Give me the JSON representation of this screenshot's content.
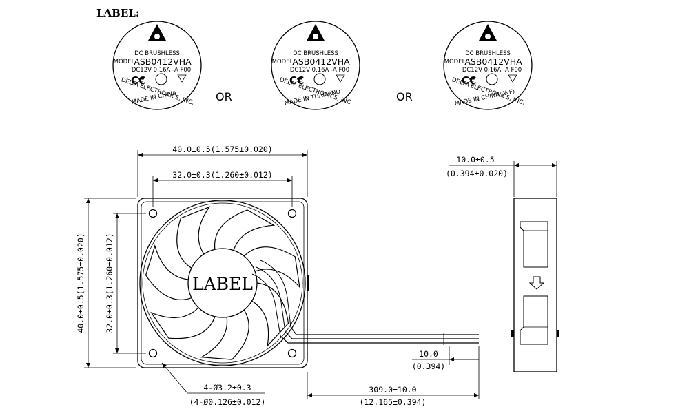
{
  "header": {
    "label_title": "LABEL:"
  },
  "labels": [
    {
      "line1": "DC BRUSHLESS",
      "model_prefix": "MODEL",
      "model": "ASB0412VHA",
      "spec": "DC12V   0.16A   -A F00",
      "maker": "DELTA ELECTRONICS, INC.",
      "origin": "MADE IN CHINA"
    },
    {
      "line1": "DC BRUSHLESS",
      "model_prefix": "MODEL",
      "model": "ASB0412VHA",
      "spec": "DC12V   0.16A   -A F00",
      "maker": "DELTA ELECTRONICS, INC.",
      "origin": "MADE IN THAILAND"
    },
    {
      "line1": "DC BRUSHLESS",
      "model_prefix": "MODEL",
      "model": "ASB0412VHA",
      "spec": "DC12V   0.16A   -A F00",
      "maker": "DELTA ELECTRONICS, INC.",
      "origin": "MADE IN CHINA (WF)"
    }
  ],
  "or_text": [
    "OR",
    "OR"
  ],
  "hub_label": "LABEL",
  "dimensions": {
    "width_outer": "40.0±0.5(1.575±0.020)",
    "width_hole": "32.0±0.3(1.260±0.012)",
    "height_outer": "40.0±0.5(1.575±0.020)",
    "height_hole": "32.0±0.3(1.260±0.012)",
    "hole_dia_mm": "4-Ø3.2±0.3",
    "hole_dia_in": "(4-Ø0.126±0.012)",
    "lead_length_mm": "309.0±10.0",
    "lead_length_in": "(12.165±0.394)",
    "strip_mm": "10.0",
    "strip_in": "(0.394)",
    "thickness_mm": "10.0±0.5",
    "thickness_in": "(0.394±0.020)"
  }
}
